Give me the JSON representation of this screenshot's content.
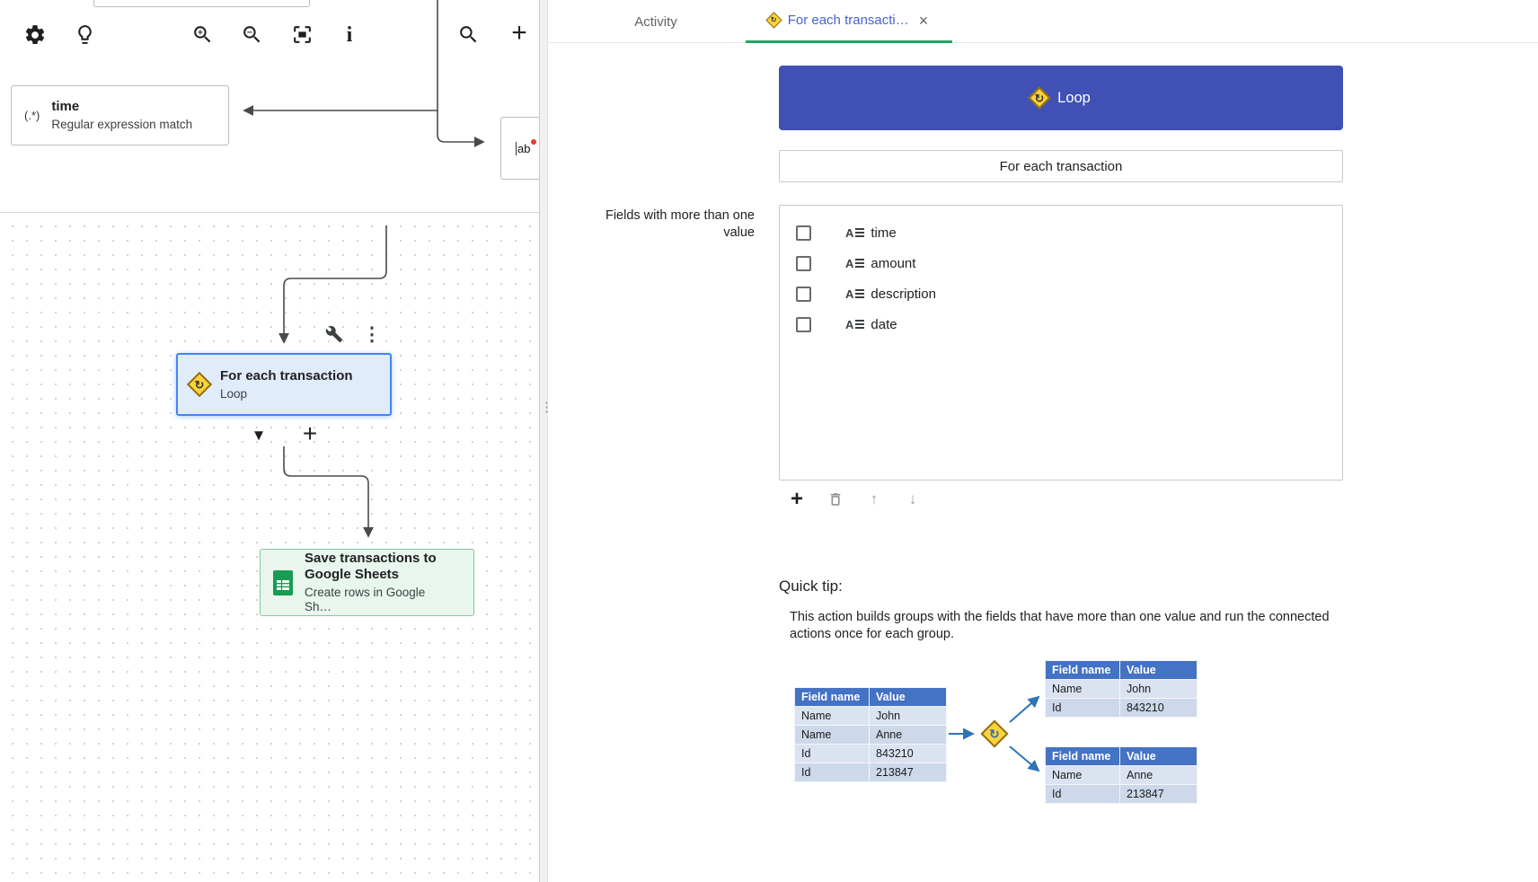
{
  "icons": {
    "add": "+",
    "close": "×",
    "kebab": "⋮",
    "collapse_arrow": "▼",
    "move_up": "↑",
    "move_down": "↓",
    "loop_glyph": "↻",
    "info": "i",
    "grip_dots": "⋮"
  },
  "colors": {
    "loop_button_bg": "#4050b5",
    "active_tab_text": "#4a5fd4",
    "tab_underline": "#23a45f",
    "selected_node_border": "#4285f4",
    "selected_node_bg": "#e1ecfb",
    "sheets_node_bg": "#e9f6ee",
    "sheets_green": "#169c53",
    "loop_icon_yellow": "#fdd23a",
    "table_header_bg": "#4472c4",
    "diagram_arrow_blue": "#2e75b6"
  },
  "canvas": {
    "time_node": {
      "icon_label": "(.*)",
      "title": "time",
      "subtitle": "Regular expression match"
    },
    "ab_node": {
      "label": "ab"
    },
    "loop_node": {
      "title": "For each transaction",
      "subtitle": "Loop"
    },
    "sheets_node": {
      "title": "Save transactions to Google Sheets",
      "subtitle": "Create rows in Google Sh…"
    }
  },
  "panel": {
    "tabs": {
      "activity": "Activity",
      "active": "For each transacti…"
    },
    "loop_button_label": "Loop",
    "step_name": "For each transaction",
    "fields_label": "Fields with more than one value",
    "fields": [
      "time",
      "amount",
      "description",
      "date"
    ],
    "quick_tip": {
      "title": "Quick tip:",
      "body": "This action builds groups with the fields that have more than one value and run the connected actions once for each group.",
      "source_table": {
        "headers": [
          "Field name",
          "Value"
        ],
        "rows": [
          [
            "Name",
            "John"
          ],
          [
            "Name",
            "Anne"
          ],
          [
            "Id",
            "843210"
          ],
          [
            "Id",
            "213847"
          ]
        ]
      },
      "group_table_1": {
        "headers": [
          "Field name",
          "Value"
        ],
        "rows": [
          [
            "Name",
            "John"
          ],
          [
            "Id",
            "843210"
          ]
        ]
      },
      "group_table_2": {
        "headers": [
          "Field name",
          "Value"
        ],
        "rows": [
          [
            "Name",
            "Anne"
          ],
          [
            "Id",
            "213847"
          ]
        ]
      }
    }
  }
}
